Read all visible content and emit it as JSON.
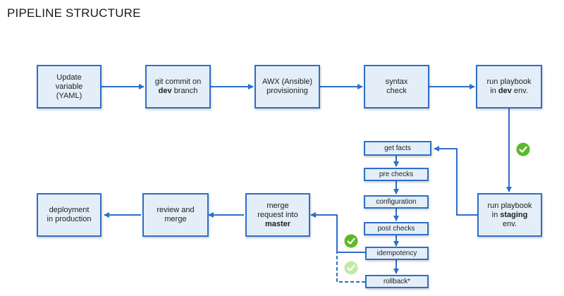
{
  "title": "PIPELINE STRUCTURE",
  "colors": {
    "accent": "#2d6ec9",
    "box_fill": "#e3eef8",
    "check_green": "#5db82a",
    "check_faded": "#c4e8a8"
  },
  "top_row": [
    {
      "line1": "Update",
      "line2": "variable",
      "line3": "(YAML)"
    },
    {
      "pre": "git commit on",
      "bold": "dev",
      "post": "branch"
    },
    {
      "line1": "AWX (Ansible)",
      "line2": "provisioning"
    },
    {
      "line1": "syntax",
      "line2": "check"
    },
    {
      "pre": "run playbook",
      "mid": "in ",
      "bold": "dev",
      "post": " env."
    }
  ],
  "staging": {
    "pre": "run playbook",
    "mid": "in ",
    "bold": "staging",
    "post": "env."
  },
  "checks": [
    "get facts",
    "pre checks",
    "configuration",
    "post checks",
    "idempotency",
    "rollback*"
  ],
  "bottom_row": [
    {
      "pre1": "merge",
      "pre2": "request into",
      "bold": "master"
    },
    {
      "line1": "review and",
      "line2": "merge"
    },
    {
      "line1": "deployment",
      "line2": "in production"
    }
  ],
  "icons": {
    "check": "checkmark-icon",
    "check_faded": "checkmark-faded-icon"
  }
}
